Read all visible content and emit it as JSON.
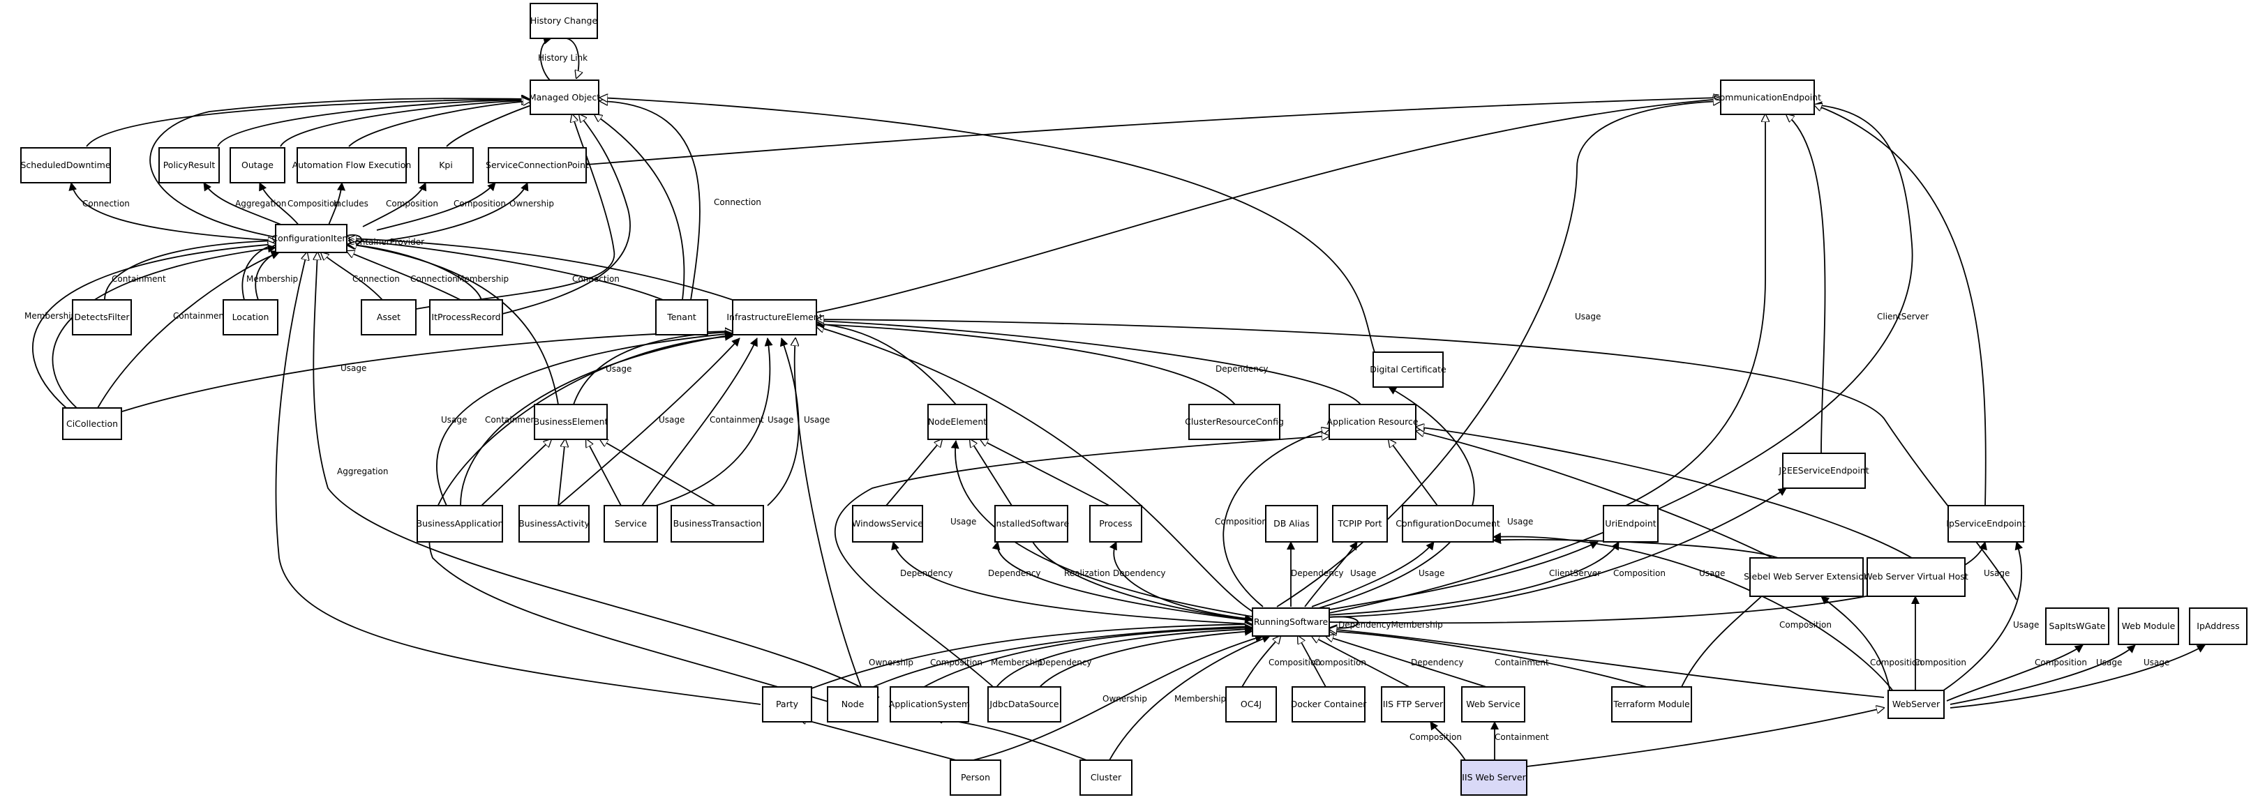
{
  "diagram": {
    "nodes": {
      "history_change": "History Change",
      "managed_object": "Managed Object",
      "communication_endpoint": "CommunicationEndpoint",
      "scheduled_downtime": "ScheduledDowntime",
      "policy_result": "PolicyResult",
      "outage": "Outage",
      "automation_flow_execution": "Automation Flow Execution",
      "kpi": "Kpi",
      "service_connection_point": "ServiceConnectionPoint",
      "configuration_item": "ConfigurationItem",
      "detects_filter": "DetectsFilter",
      "location": "Location",
      "asset": "Asset",
      "it_process_record": "ItProcessRecord",
      "tenant": "Tenant",
      "infrastructure_element": "InfrastructureElement",
      "digital_certificate": "Digital Certificate",
      "ci_collection": "CiCollection",
      "business_element": "BusinessElement",
      "node_element": "NodeElement",
      "cluster_resource_config": "ClusterResourceConfig",
      "application_resource": "Application Resource",
      "j2ee_service_endpoint": "J2EEServiceEndpoint",
      "business_application": "BusinessApplication",
      "business_activity": "BusinessActivity",
      "service": "Service",
      "business_transaction": "BusinessTransaction",
      "windows_service": "WindowsService",
      "installed_software": "InstalledSoftware",
      "process": "Process",
      "db_alias": "DB Alias",
      "tcpip_port": "TCPIP Port",
      "configuration_document": "ConfigurationDocument",
      "uri_endpoint": "UriEndpoint",
      "ip_service_endpoint": "IpServiceEndpoint",
      "siebel_web_server_extension": "Siebel Web Server Extension",
      "web_server_virtual_host": "Web Server Virtual Host",
      "running_software": "RunningSoftware",
      "sapits_gate": "SapItsWGate",
      "web_module": "Web Module",
      "ip_address": "IpAddress",
      "party": "Party",
      "node": "Node",
      "application_system": "ApplicationSystem",
      "jdbc_data_source": "JdbcDataSource",
      "oc4j": "OC4J",
      "docker_container": "Docker Container",
      "iis_ftp_server": "IIS FTP Server",
      "web_service": "Web Service",
      "terraform_module": "Terraform Module",
      "web_server": "WebServer",
      "person": "Person",
      "cluster": "Cluster",
      "iis_web_server": "IIS Web Server"
    },
    "edge_labels": {
      "history_link": "History Link",
      "connection": "Connection",
      "aggregation": "Aggregation",
      "composition": "Composition",
      "includes": "Includes",
      "ownership": "Ownership",
      "container_provider": "ContainerProvider",
      "containment": "Containment",
      "membership": "Membership",
      "usage": "Usage",
      "dependency": "Dependency",
      "client_server": "ClientServer",
      "realization": "Realization",
      "dependency_membership": "DependencyMembership"
    }
  }
}
